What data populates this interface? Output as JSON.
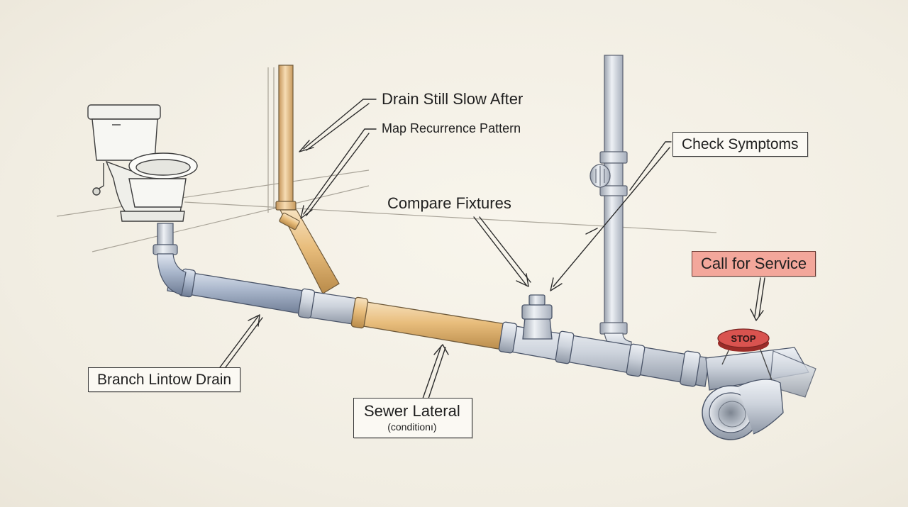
{
  "labels": {
    "drain_still_slow": "Drain Still Slow After",
    "map_recurrence": "Map Recurrence Pattern",
    "check_symptoms": "Check Symptoms",
    "compare_fixtures": "Compare Fixtures",
    "call_for_service": "Call for Service",
    "branch_drain": "Branch Lintow Drain",
    "sewer_lateral": "Sewer Lateral",
    "sewer_condition": "(conditionı)",
    "stop_sign": "STOP"
  },
  "colors": {
    "background": "#f4f0e6",
    "pipe_gray": "#c9ced6",
    "pipe_blue": "#9aa8bf",
    "pipe_orange": "#e6b877",
    "call_box": "#f3a79b",
    "stop_red": "#d9534f",
    "ink": "#2b2b2b"
  },
  "icons": {
    "toilet": "toilet-icon",
    "cleanout": "cleanout-icon",
    "stop": "stop-sign-icon",
    "valve": "valve-icon"
  }
}
